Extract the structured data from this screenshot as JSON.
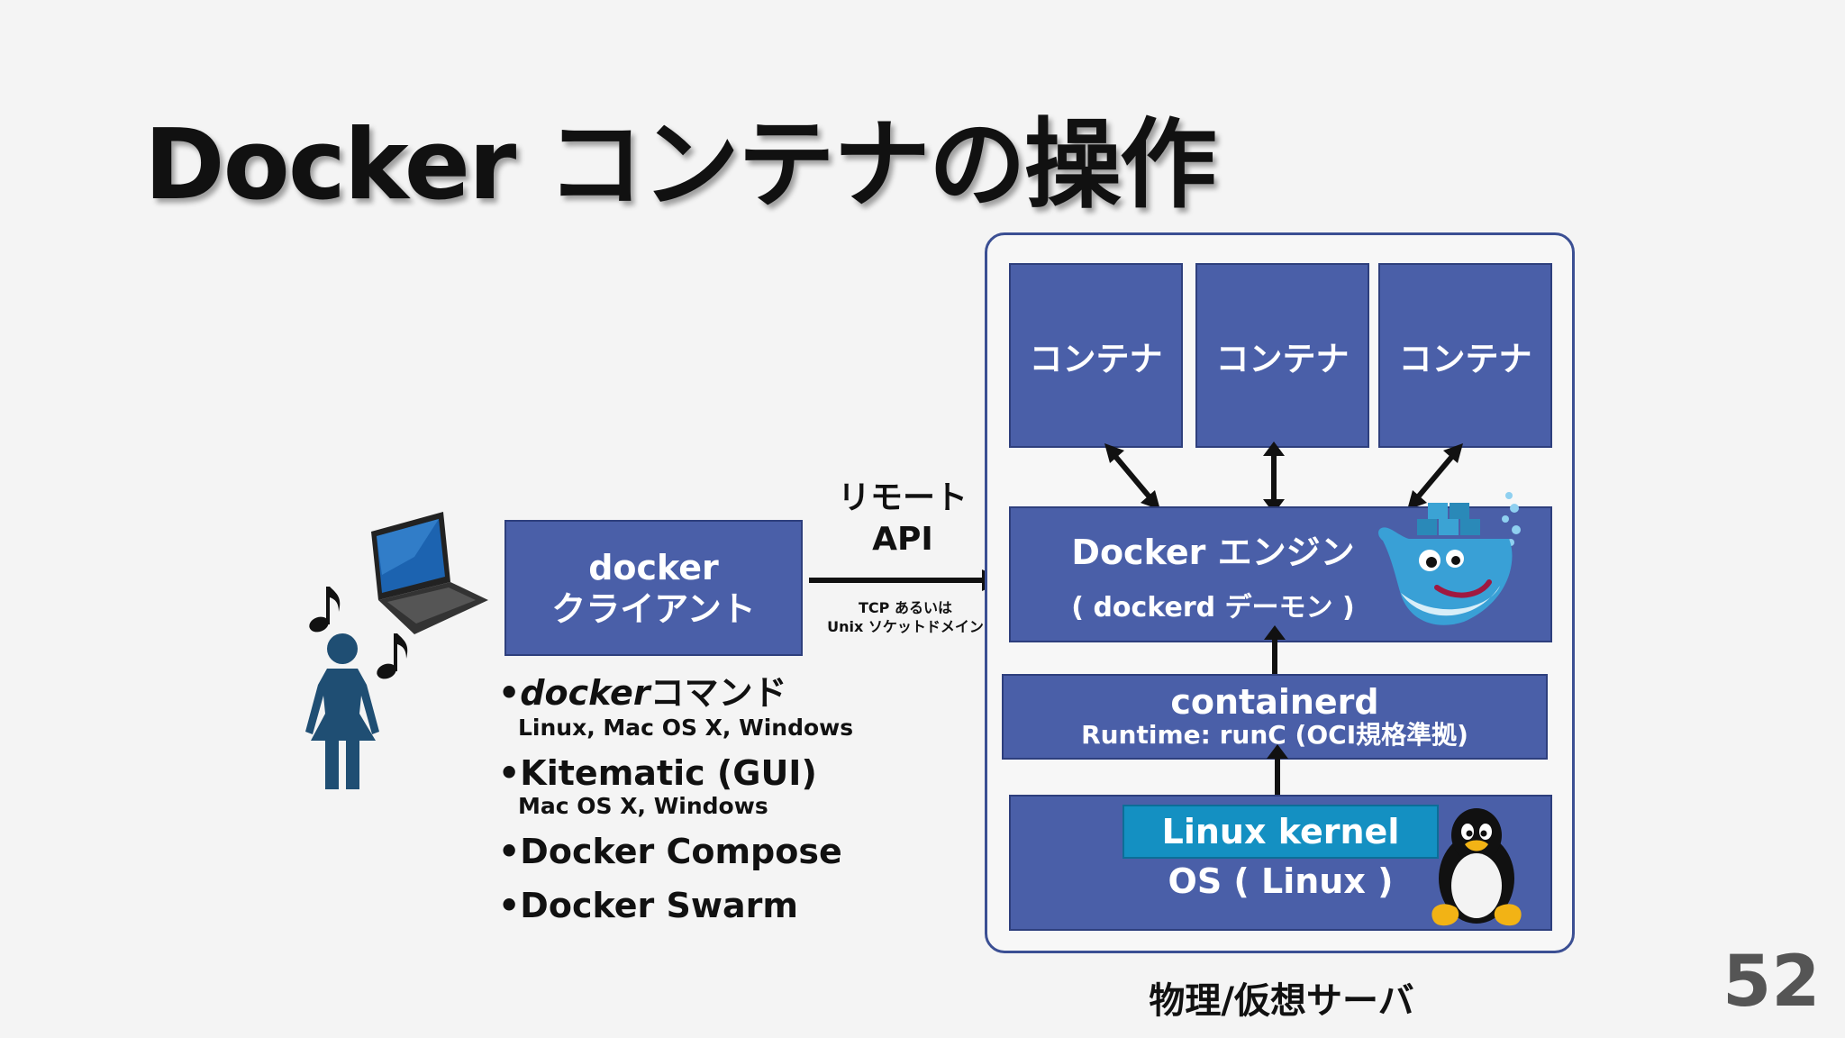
{
  "slide": {
    "title": "Docker コンテナの操作",
    "page_number": "52"
  },
  "client": {
    "box_label_line1": "docker",
    "box_label_line2": "クライアント",
    "bullets": [
      {
        "prefix": "•",
        "italic": "docker",
        "main": "コマンド",
        "sub": "Linux, Mac OS X, Windows"
      },
      {
        "prefix": "•",
        "italic": "",
        "main": "Kitematic (GUI)",
        "sub": "Mac OS X, Windows"
      },
      {
        "prefix": "•",
        "italic": "",
        "main": "Docker Compose",
        "sub": ""
      },
      {
        "prefix": "•",
        "italic": "",
        "main": "Docker Swarm",
        "sub": ""
      }
    ]
  },
  "connection": {
    "remote_line1": "リモート",
    "remote_line2": "API",
    "transport_line1": "TCP あるいは",
    "transport_line2": "Unix ソケットドメイン"
  },
  "server": {
    "containers": [
      "コンテナ",
      "コンテナ",
      "コンテナ"
    ],
    "engine_line1": "Docker エンジン",
    "engine_line2": "( dockerd デーモン )",
    "containerd_line1": "containerd",
    "containerd_line2": "Runtime: runC (OCI規格準拠)",
    "kernel": "Linux kernel",
    "os": "OS ( Linux )",
    "label": "物理/仮想サーバ"
  },
  "icons": [
    "person-icon",
    "laptop-icon",
    "music-note-icon",
    "docker-whale-icon",
    "linux-penguin-icon"
  ],
  "colors": {
    "box_blue": "#4a5fa8",
    "kernel_blue": "#1490c2",
    "person": "#1f4e73"
  }
}
